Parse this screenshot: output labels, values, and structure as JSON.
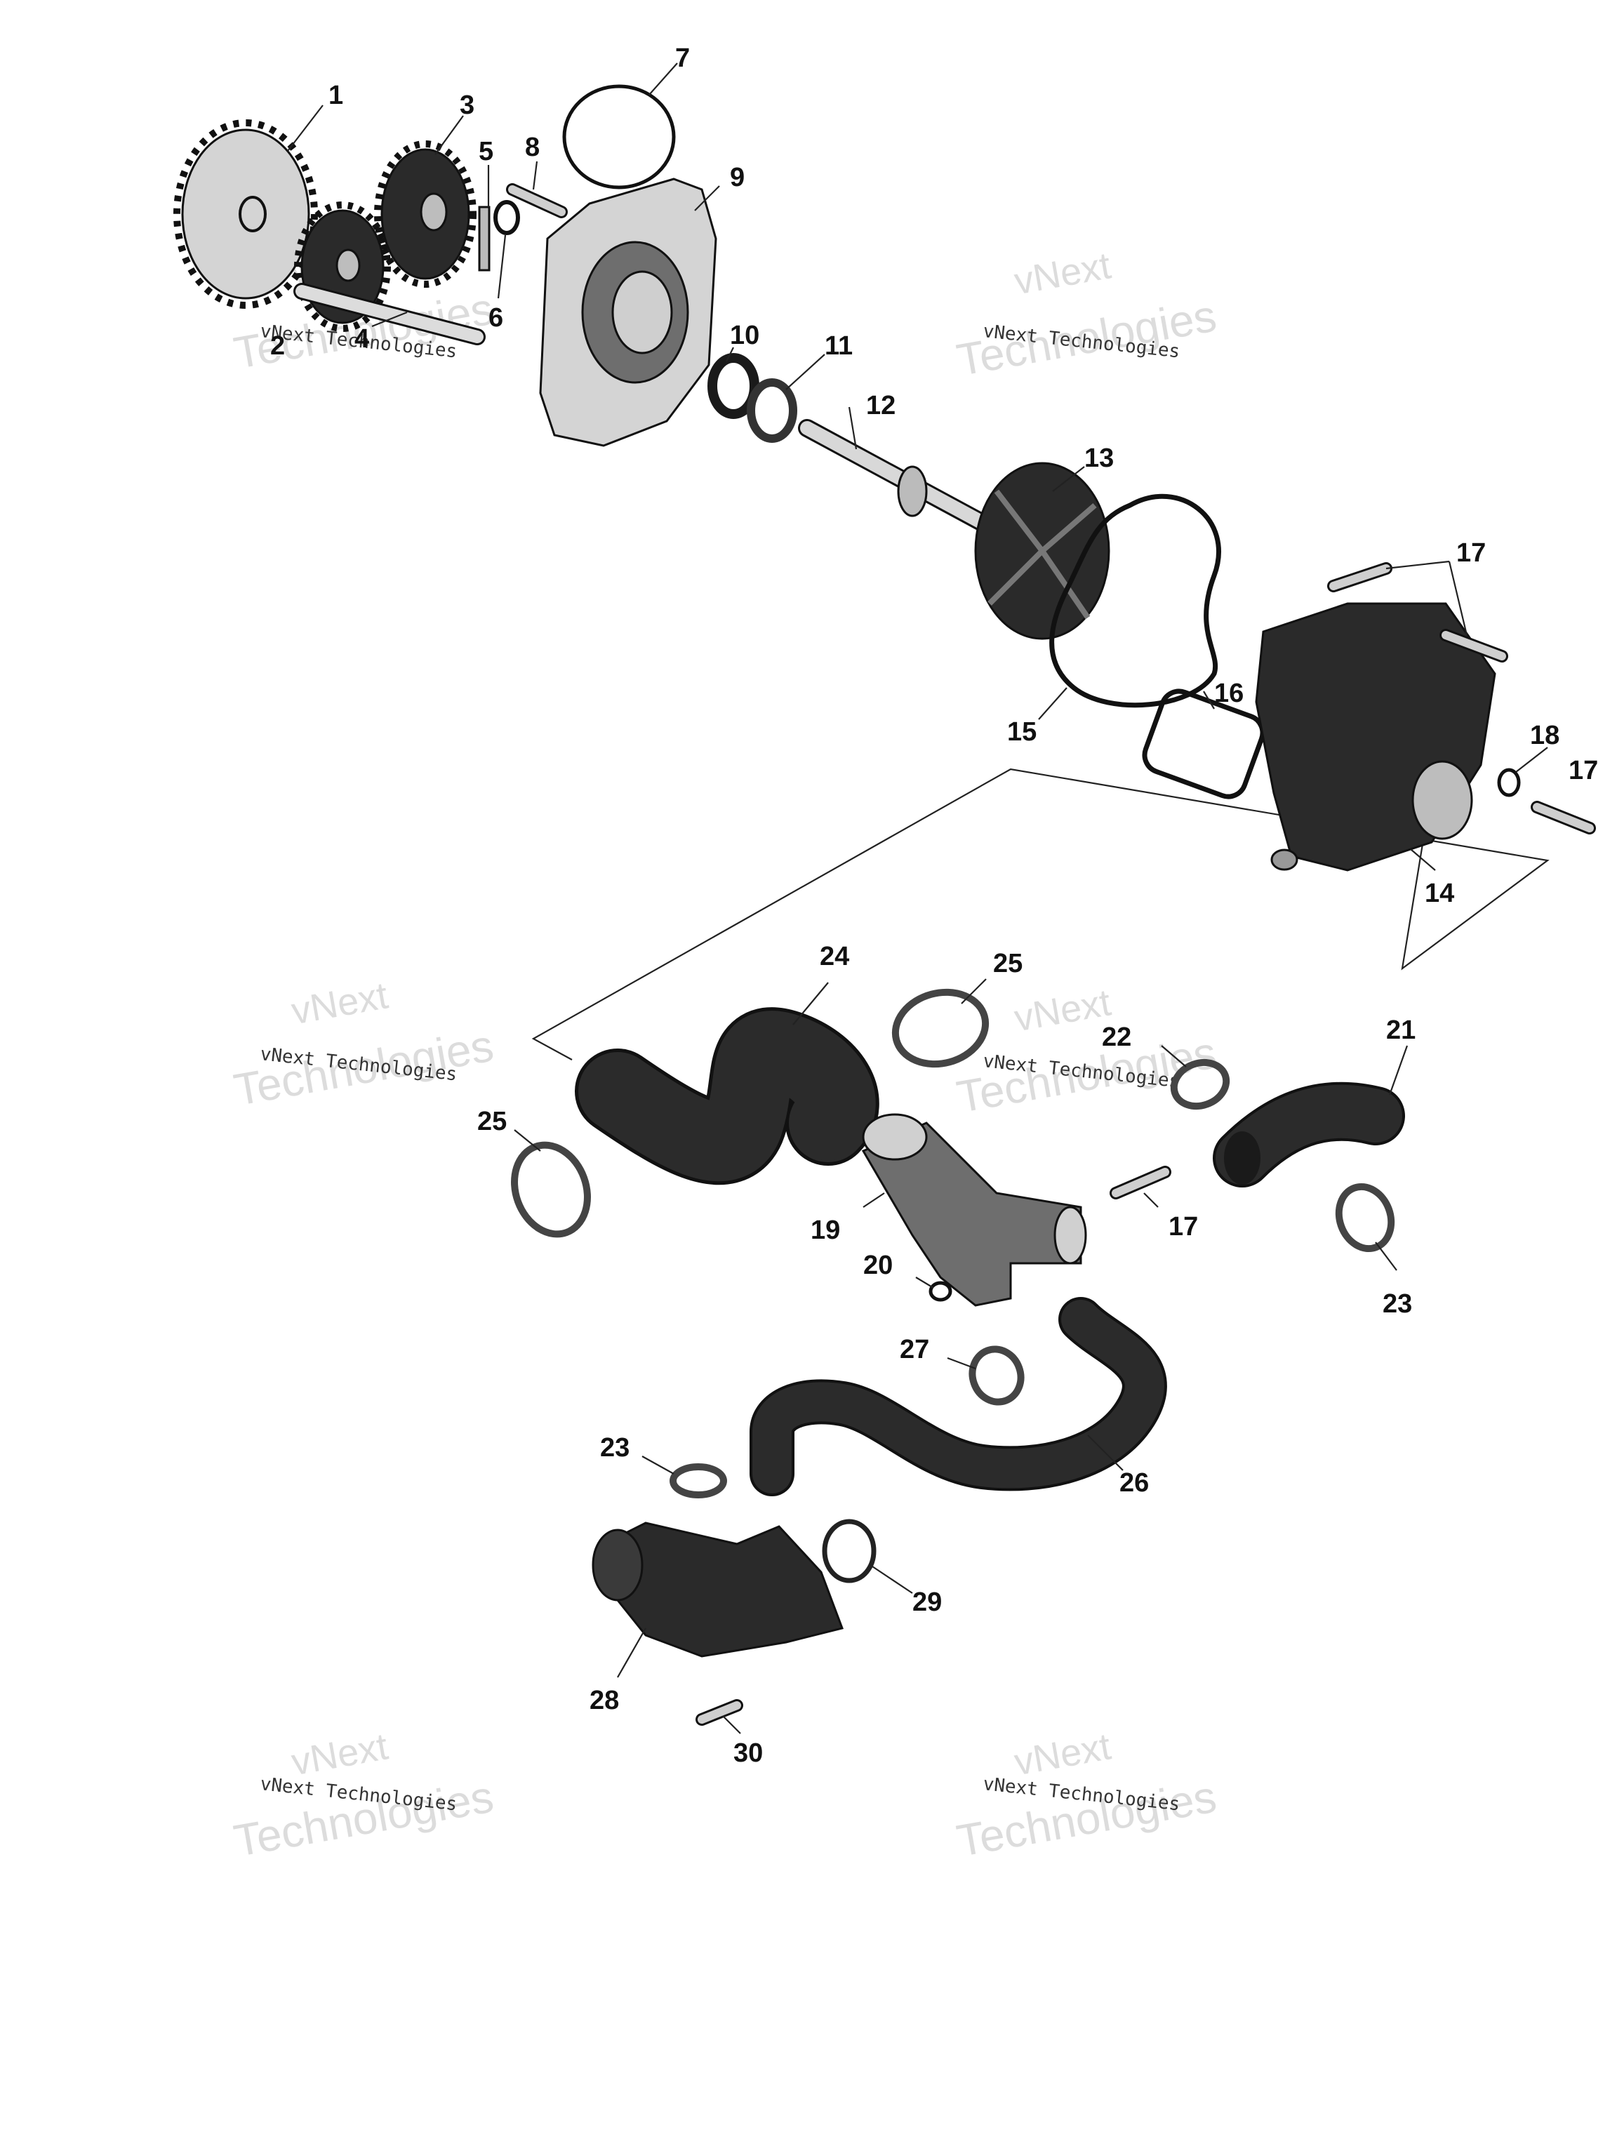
{
  "watermark": {
    "line1": "vNext",
    "line2": "Technologies",
    "caption": "vNext Technologies"
  },
  "callouts": [
    "1",
    "2",
    "3",
    "4",
    "5",
    "6",
    "7",
    "8",
    "9",
    "10",
    "11",
    "12",
    "13",
    "14",
    "15",
    "16",
    "17",
    "17",
    "17",
    "17",
    "18",
    "19",
    "20",
    "21",
    "22",
    "23",
    "23",
    "24",
    "25",
    "25",
    "26",
    "27",
    "28",
    "29",
    "30"
  ],
  "colors": {
    "part_dark": "#2a2a2a",
    "part_light": "#d4d4d4",
    "watermark": "#dcdcdc"
  }
}
